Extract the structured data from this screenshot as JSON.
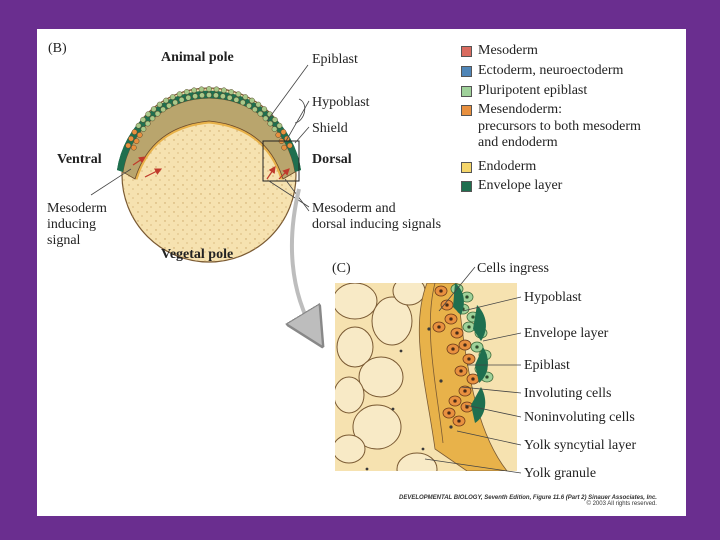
{
  "panel_b": {
    "letter": "(B)",
    "animal_pole": "Animal pole",
    "vegetal_pole": "Vegetal pole",
    "ventral": "Ventral",
    "dorsal": "Dorsal",
    "epiblast": "Epiblast",
    "hypoblast": "Hypoblast",
    "shield": "Shield",
    "mesoderm_inducing_lines": [
      "Mesoderm",
      "inducing",
      "signal"
    ],
    "dorsal_signals_lines": [
      "Mesoderm and",
      "dorsal inducing signals"
    ]
  },
  "legend": {
    "items": [
      {
        "lines": [
          "Mesoderm"
        ],
        "color": "#d96b5f"
      },
      {
        "lines": [
          "Ectoderm, neuroectoderm"
        ],
        "color": "#4f86b8"
      },
      {
        "lines": [
          "Pluripotent epiblast"
        ],
        "color": "#9fd19a"
      },
      {
        "lines": [
          "Mesendoderm:",
          "precursors to both mesoderm",
          "and endoderm"
        ],
        "color": "#e8903f"
      },
      {
        "lines": [
          "Endoderm"
        ],
        "color": "#f4d56a"
      },
      {
        "lines": [
          "Envelope layer"
        ],
        "color": "#1f6f4f"
      }
    ]
  },
  "panel_c": {
    "letter": "(C)",
    "labels": [
      "Cells ingress",
      "Hypoblast",
      "Envelope layer",
      "Epiblast",
      "Involuting cells",
      "Noninvoluting cells",
      "Yolk syncytial layer",
      "Yolk granule"
    ]
  },
  "credit": {
    "line1": "DEVELOPMENTAL BIOLOGY, Seventh Edition, Figure 11.6 (Part 2)   Sinauer Associates, Inc.",
    "line2": "© 2003 All rights reserved."
  }
}
